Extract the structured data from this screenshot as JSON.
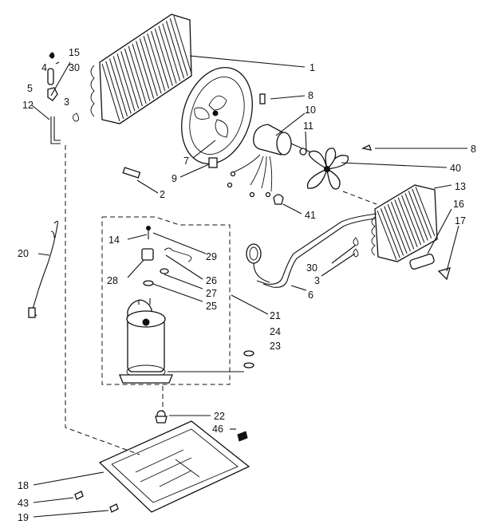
{
  "diagram": {
    "callouts": {
      "c1": "1",
      "c2": "2",
      "c3a": "3",
      "c3b": "3",
      "c4": "4",
      "c5": "5",
      "c6": "6",
      "c7": "7",
      "c8a": "8",
      "c8b": "8",
      "c9": "9",
      "c10": "10",
      "c11": "11",
      "c12": "12",
      "c13": "13",
      "c14": "14",
      "c15": "15",
      "c16": "16",
      "c17": "17",
      "c18": "18",
      "c19": "19",
      "c20": "20",
      "c21": "21",
      "c22": "22",
      "c23": "23",
      "c24": "24",
      "c25": "25",
      "c26": "26",
      "c27": "27",
      "c28": "28",
      "c29": "29",
      "c30a": "30",
      "c30b": "30",
      "c40": "40",
      "c41": "41",
      "c43": "43",
      "c46": "46"
    }
  }
}
